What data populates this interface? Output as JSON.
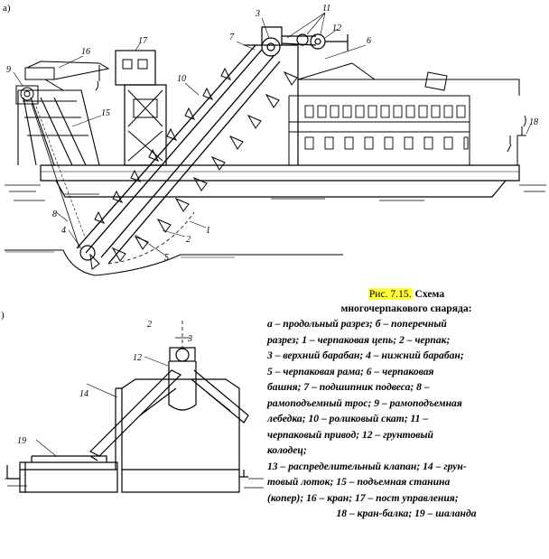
{
  "subfigures": {
    "a": "а)",
    "b": ")"
  },
  "labels_top": [
    "1",
    "2",
    "3",
    "4",
    "5",
    "6",
    "7",
    "8",
    "9",
    "10",
    "11",
    "12",
    "15",
    "16",
    "17",
    "18"
  ],
  "labels_bottom": [
    "2",
    "3",
    "12",
    "14",
    "19"
  ],
  "caption": {
    "figure_number": "Рис. 7.15.",
    "title_line1": "Схема",
    "title_line2": "многочерпакового снаряда:",
    "lines": [
      "а – продольный разрез; б – поперечный",
      "разрез; 1 – черпаковая цепь; 2 – черпак;",
      "3 – верхний барабан; 4 – нижний барабан;",
      "5 – черпаковая рама; 6 – черпаковая",
      "башня; 7 – подшипник подвеса; 8 –",
      "рамоподъемный трос; 9 – рамоподъемная",
      "лебедка; 10 – роликовый скат; 11 –",
      "черпаковый привод; 12 – грунтовый",
      "колодец;",
      "13 – распределительный клапан; 14 – грун-",
      "товый лоток; 15 – подъемная станина",
      "(копер); 16 – кран; 17 – пост управления;",
      "18 – кран-балка; 19 – шаланда"
    ]
  }
}
